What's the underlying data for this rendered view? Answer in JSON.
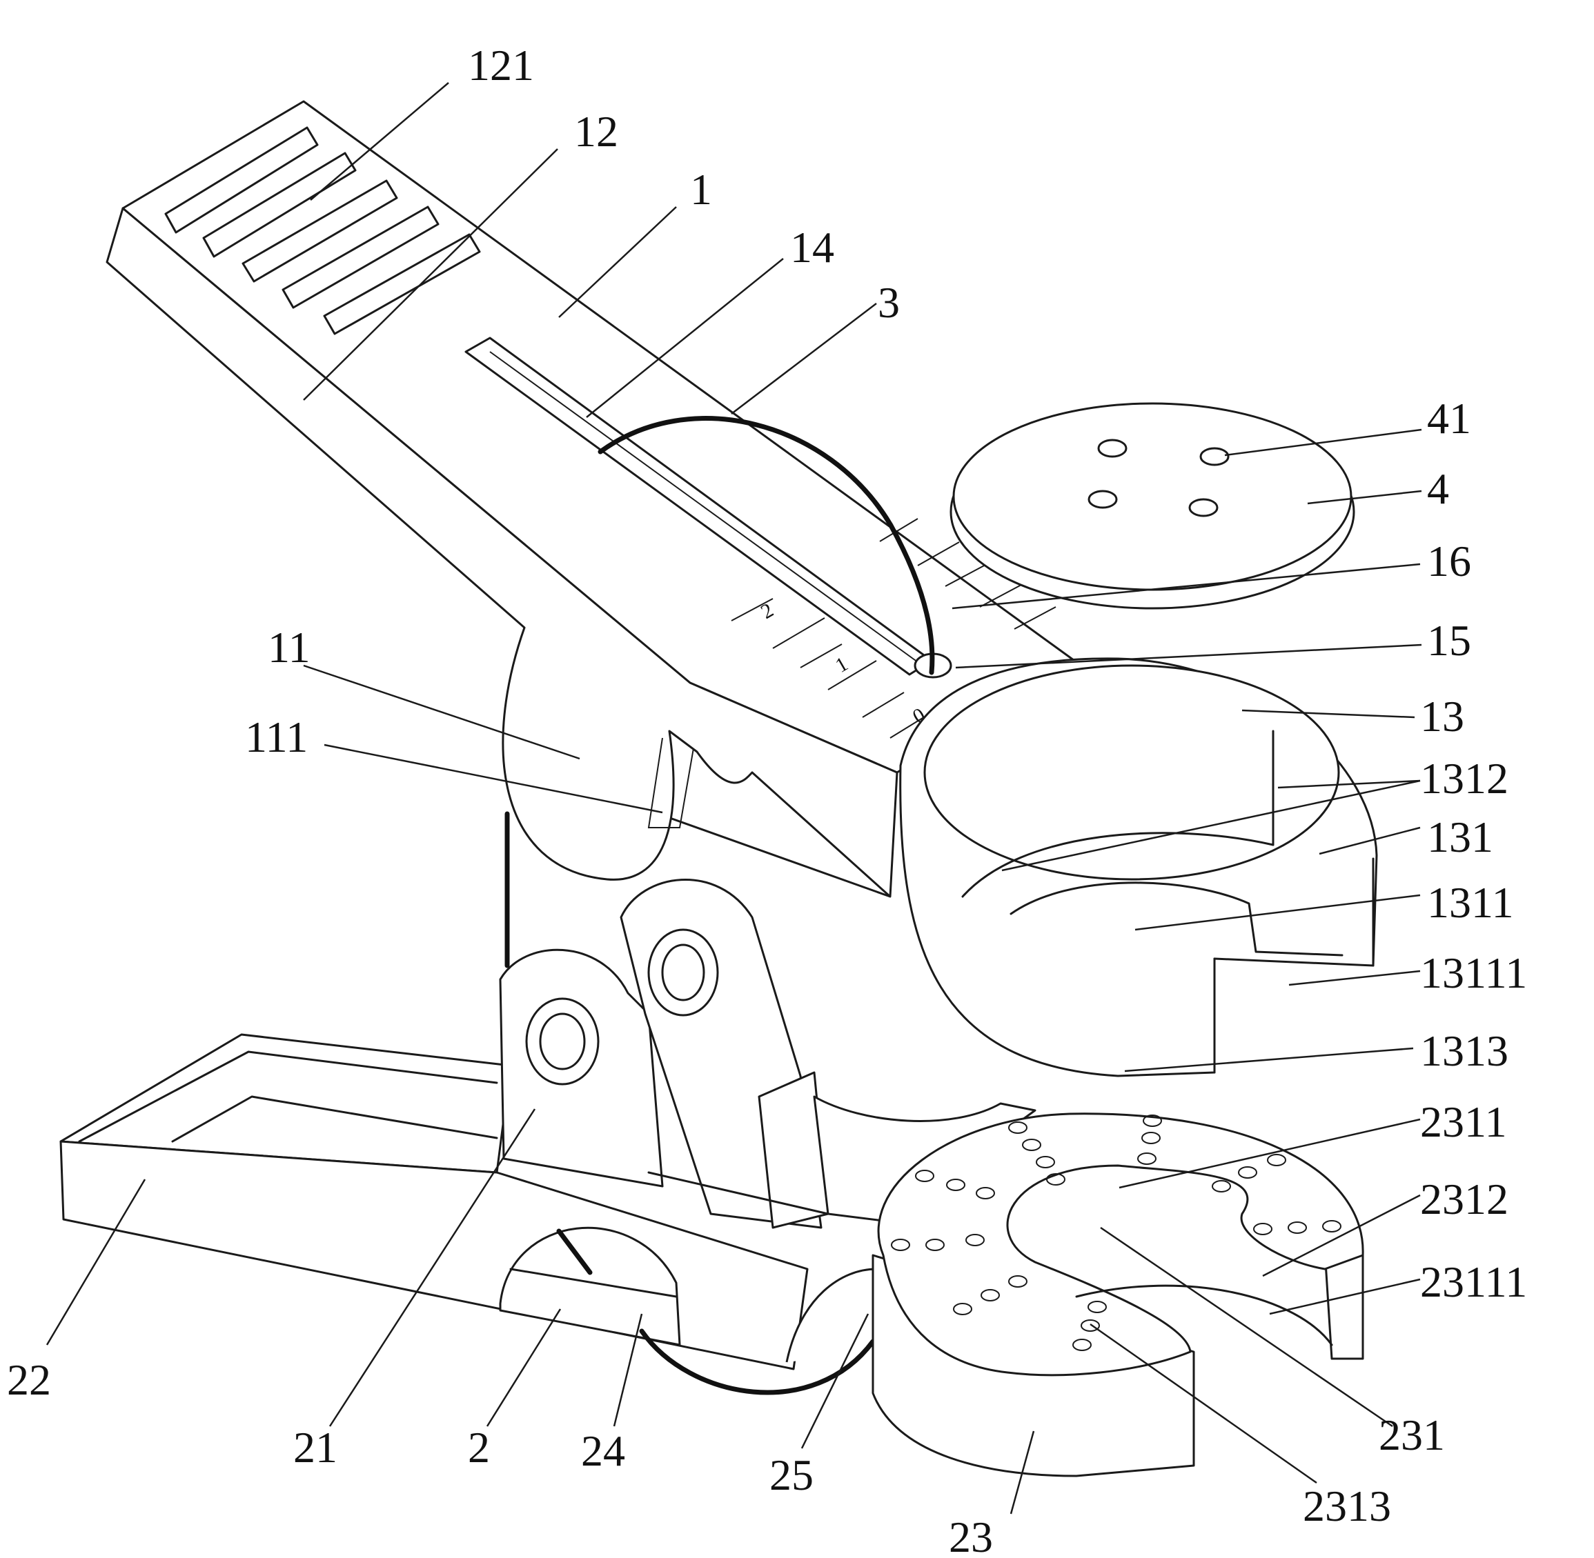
{
  "figure": {
    "scale_marks": [
      "2",
      "1",
      "0"
    ],
    "reference_labels": {
      "label_121": "121",
      "label_12": "12",
      "label_1": "1",
      "label_14": "14",
      "label_3": "3",
      "label_41": "41",
      "label_4": "4",
      "label_16": "16",
      "label_15": "15",
      "label_11": "11",
      "label_13": "13",
      "label_111": "111",
      "label_1312": "1312",
      "label_131": "131",
      "label_1311": "1311",
      "label_13111": "13111",
      "label_1313": "1313",
      "label_2311": "2311",
      "label_2312": "2312",
      "label_23111": "23111",
      "label_22": "22",
      "label_21": "21",
      "label_2": "2",
      "label_24": "24",
      "label_25": "25",
      "label_231": "231",
      "label_2313": "2313",
      "label_23": "23"
    }
  }
}
